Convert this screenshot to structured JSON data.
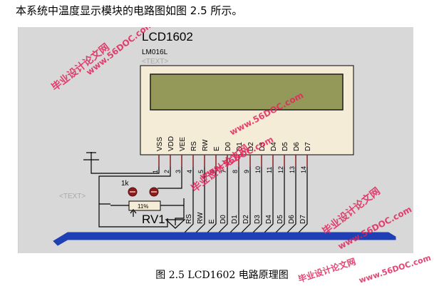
{
  "intro_text": "本系统中温度显示模块的电路图如图 2.5 所示。",
  "caption": "图 2.5 LCD1602 电路原理图",
  "lcd": {
    "name": "LCD1602",
    "model": "LM016L",
    "text_placeholder": "<TEXT>",
    "pins": [
      {
        "label": "VSS",
        "num": "1"
      },
      {
        "label": "VDD",
        "num": "2"
      },
      {
        "label": "VEE",
        "num": "3"
      },
      {
        "label": "RS",
        "num": "4"
      },
      {
        "label": "RW",
        "num": "5"
      },
      {
        "label": "E",
        "num": "6"
      },
      {
        "label": "D0",
        "num": "7"
      },
      {
        "label": "D1",
        "num": "8"
      },
      {
        "label": "D2",
        "num": "9"
      },
      {
        "label": "D3",
        "num": "10"
      },
      {
        "label": "D4",
        "num": "11"
      },
      {
        "label": "D5",
        "num": "12"
      },
      {
        "label": "D6",
        "num": "13"
      },
      {
        "label": "D7",
        "num": "14"
      }
    ],
    "bus_labels": [
      "RS",
      "RW",
      "E",
      "D0",
      "D1",
      "D2",
      "D3",
      "D4",
      "D5",
      "D6",
      "D7"
    ]
  },
  "potentiometer": {
    "resistance": "1k",
    "percent": "11%",
    "name": "RV1",
    "text_placeholder": "<TEXT>"
  },
  "watermarks": [
    "毕业设计论文网",
    "www.56DOC.com"
  ],
  "colors": {
    "background": "#d8d8d8",
    "component_body": "#f4ecd6",
    "lcd_screen": "#94995a",
    "wire": "#000000",
    "bus": "#1f3fb4",
    "pin": "#8b1c1c",
    "text_ghost": "#a9a9a9",
    "watermark": "#e0245b"
  }
}
